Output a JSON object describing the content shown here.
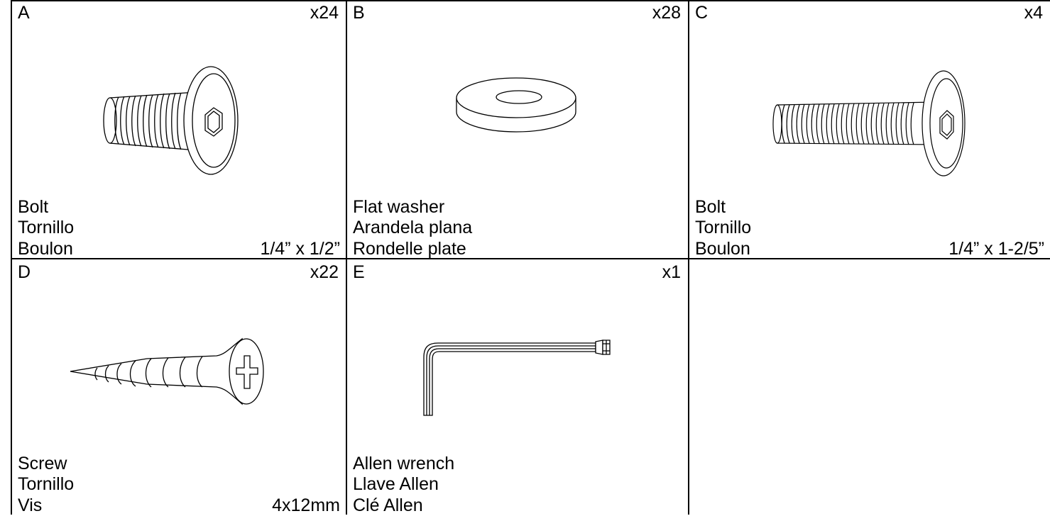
{
  "parts": [
    {
      "letter": "A",
      "qty": "x24",
      "names": [
        "Bolt",
        "Tornillo",
        "Boulon"
      ],
      "size": "1/4” x 1/2”",
      "icon": "short-bolt-icon"
    },
    {
      "letter": "B",
      "qty": "x28",
      "names": [
        "Flat washer",
        "Arandela plana",
        "Rondelle plate"
      ],
      "size": "",
      "icon": "flat-washer-icon"
    },
    {
      "letter": "C",
      "qty": "x4",
      "names": [
        "Bolt",
        "Tornillo",
        "Boulon"
      ],
      "size": "1/4” x 1-2/5”",
      "icon": "long-bolt-icon"
    },
    {
      "letter": "D",
      "qty": "x22",
      "names": [
        "Screw",
        "Tornillo",
        "Vis"
      ],
      "size": "4x12mm",
      "icon": "screw-icon"
    },
    {
      "letter": "E",
      "qty": "x1",
      "names": [
        "Allen wrench",
        "Llave Allen",
        "Clé Allen"
      ],
      "size": "",
      "icon": "allen-wrench-icon"
    }
  ]
}
